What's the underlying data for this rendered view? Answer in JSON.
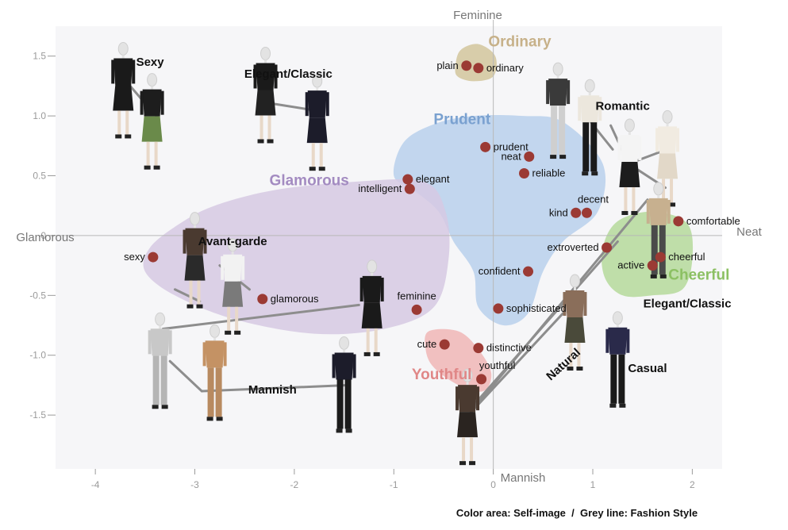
{
  "chart_data": {
    "type": "scatter",
    "xlim": [
      -4.4,
      2.3
    ],
    "ylim": [
      -1.95,
      1.75
    ],
    "xticks": [
      {
        "value": -4,
        "label": "-4"
      },
      {
        "value": -3,
        "label": "-3"
      },
      {
        "value": -2,
        "label": "-2"
      },
      {
        "value": -1,
        "label": "-1"
      },
      {
        "value": 0,
        "label": "0"
      },
      {
        "value": 1,
        "label": "1"
      },
      {
        "value": 2,
        "label": "2"
      }
    ],
    "yticks": [
      {
        "value": 1.5,
        "label": "1.5"
      },
      {
        "value": 1.0,
        "label": "1.0"
      },
      {
        "value": 0.5,
        "label": "0.5"
      },
      {
        "value": 0,
        "label": "0"
      },
      {
        "value": -0.5,
        "label": "-0.5"
      },
      {
        "value": -1.0,
        "label": "-1.0"
      },
      {
        "value": -1.5,
        "label": "-1.5"
      }
    ],
    "axis_labels": {
      "top": "Feminine",
      "bottom": "Mannish",
      "left": "Glamorous",
      "right": "Neat"
    },
    "caption": "Color area: Self-image  /  Grey line: Fashion Style",
    "colors": {
      "point": "#9b3a34",
      "grid_background": "#f6f6f8",
      "tick": "#9a9a9a",
      "style_line": "#8d8d8d"
    },
    "areas": [
      {
        "name": "Ordinary",
        "color": "#d2c59c",
        "label_color": "#c7b189",
        "label_at": [
          -0.05,
          1.58
        ],
        "outline": [
          [
            -0.38,
            1.42
          ],
          [
            -0.33,
            1.55
          ],
          [
            -0.15,
            1.6
          ],
          [
            0.02,
            1.5
          ],
          [
            0.0,
            1.33
          ],
          [
            -0.2,
            1.29
          ],
          [
            -0.36,
            1.33
          ]
        ]
      },
      {
        "name": "Prudent",
        "color": "#b8d0ec",
        "label_color": "#7aa1d0",
        "label_at": [
          -0.6,
          0.93
        ],
        "outline": [
          [
            -1.0,
            0.5
          ],
          [
            -0.9,
            0.78
          ],
          [
            -0.6,
            0.93
          ],
          [
            -0.2,
            1.0
          ],
          [
            0.3,
            1.0
          ],
          [
            0.7,
            0.95
          ],
          [
            1.1,
            0.6
          ],
          [
            1.05,
            0.2
          ],
          [
            0.7,
            -0.05
          ],
          [
            0.5,
            -0.3
          ],
          [
            0.35,
            -0.65
          ],
          [
            0.1,
            -0.75
          ],
          [
            -0.15,
            -0.6
          ],
          [
            -0.2,
            -0.3
          ],
          [
            -0.4,
            -0.05
          ],
          [
            -0.55,
            0.2
          ],
          [
            -0.8,
            0.38
          ]
        ]
      },
      {
        "name": "Glamorous",
        "color": "#d6c9e3",
        "label_color": "#a38bc1",
        "label_at": [
          -2.25,
          0.42
        ],
        "outline": [
          [
            -3.45,
            -0.1
          ],
          [
            -3.15,
            0.1
          ],
          [
            -2.8,
            0.25
          ],
          [
            -2.2,
            0.38
          ],
          [
            -1.4,
            0.45
          ],
          [
            -0.7,
            0.45
          ],
          [
            -0.48,
            0.2
          ],
          [
            -0.45,
            -0.2
          ],
          [
            -0.6,
            -0.6
          ],
          [
            -1.1,
            -0.78
          ],
          [
            -1.8,
            -0.82
          ],
          [
            -2.6,
            -0.7
          ],
          [
            -3.2,
            -0.5
          ],
          [
            -3.5,
            -0.3
          ]
        ]
      },
      {
        "name": "Youthful",
        "color": "#f0b6b6",
        "label_color": "#e08787",
        "label_at": [
          -0.82,
          -1.2
        ],
        "outline": [
          [
            -0.65,
            -0.8
          ],
          [
            -0.35,
            -0.8
          ],
          [
            -0.15,
            -0.95
          ],
          [
            -0.02,
            -1.15
          ],
          [
            -0.1,
            -1.3
          ],
          [
            -0.35,
            -1.25
          ],
          [
            -0.6,
            -1.1
          ],
          [
            -0.68,
            -0.95
          ]
        ]
      },
      {
        "name": "Cheerful",
        "color": "#b5d99b",
        "label_color": "#8cc063",
        "label_at": [
          1.76,
          -0.37
        ],
        "outline": [
          [
            1.1,
            -0.1
          ],
          [
            1.25,
            0.12
          ],
          [
            1.6,
            0.2
          ],
          [
            1.95,
            0.1
          ],
          [
            2.0,
            -0.2
          ],
          [
            1.9,
            -0.45
          ],
          [
            1.6,
            -0.5
          ],
          [
            1.3,
            -0.5
          ],
          [
            1.12,
            -0.35
          ]
        ]
      }
    ],
    "points": [
      {
        "label": "plain",
        "x": -0.27,
        "y": 1.42
      },
      {
        "label": "ordinary",
        "x": -0.15,
        "y": 1.4
      },
      {
        "label": "prudent",
        "x": -0.08,
        "y": 0.74
      },
      {
        "label": "neat",
        "x": 0.36,
        "y": 0.66
      },
      {
        "label": "reliable",
        "x": 0.31,
        "y": 0.52
      },
      {
        "label": "elegant",
        "x": -0.86,
        "y": 0.47
      },
      {
        "label": "intelligent",
        "x": -0.84,
        "y": 0.39
      },
      {
        "label": "kind",
        "x": 0.83,
        "y": 0.19
      },
      {
        "label": "decent",
        "x": 0.94,
        "y": 0.19
      },
      {
        "label": "comfortable",
        "x": 1.86,
        "y": 0.12
      },
      {
        "label": "extroverted",
        "x": 1.14,
        "y": -0.1
      },
      {
        "label": "cheerful",
        "x": 1.68,
        "y": -0.18
      },
      {
        "label": "active",
        "x": 1.6,
        "y": -0.25
      },
      {
        "label": "confident",
        "x": 0.35,
        "y": -0.3
      },
      {
        "label": "sexy",
        "x": -3.42,
        "y": -0.18
      },
      {
        "label": "glamorous",
        "x": -2.32,
        "y": -0.53
      },
      {
        "label": "feminine",
        "x": -0.77,
        "y": -0.62
      },
      {
        "label": "sophisticated",
        "x": 0.05,
        "y": -0.61
      },
      {
        "label": "cute",
        "x": -0.49,
        "y": -0.91
      },
      {
        "label": "distinctive",
        "x": -0.15,
        "y": -0.94
      },
      {
        "label": "youthful",
        "x": -0.12,
        "y": -1.2
      }
    ],
    "styles": [
      {
        "name": "Sexy",
        "label_at": [
          -3.45,
          1.42
        ]
      },
      {
        "name": "Elegant/Classic",
        "label_at": [
          -2.06,
          1.32
        ]
      },
      {
        "name": "Romantic",
        "label_at": [
          1.3,
          1.05
        ]
      },
      {
        "name": "Avant-garde",
        "label_at": [
          -2.62,
          -0.08
        ]
      },
      {
        "name": "Mannish",
        "label_at": [
          -2.22,
          -1.32
        ]
      },
      {
        "name": "Elegant/Classic",
        "label_at": [
          1.95,
          -0.6
        ]
      },
      {
        "name": "Casual",
        "label_at": [
          1.55,
          -1.14
        ]
      },
      {
        "name": "Natural",
        "label_at": [
          0.73,
          -1.1
        ]
      }
    ],
    "style_lines": [
      [
        [
          -3.65,
          1.25
        ],
        [
          -3.37,
          0.98
        ]
      ],
      [
        [
          -2.2,
          1.1
        ],
        [
          -1.82,
          1.05
        ]
      ],
      [
        [
          0.93,
          1.0
        ],
        [
          1.2,
          0.72
        ]
      ],
      [
        [
          1.18,
          0.92
        ],
        [
          1.36,
          0.6
        ]
      ],
      [
        [
          1.36,
          0.6
        ],
        [
          1.68,
          0.7
        ]
      ],
      [
        [
          1.36,
          0.6
        ],
        [
          1.73,
          0.4
        ]
      ],
      [
        [
          -2.75,
          -0.25
        ],
        [
          -2.45,
          -0.45
        ]
      ],
      [
        [
          -3.2,
          -0.45
        ],
        [
          -2.95,
          -0.55
        ]
      ],
      [
        [
          -3.32,
          -0.78
        ],
        [
          -1.35,
          -0.58
        ]
      ],
      [
        [
          -2.93,
          -1.3
        ],
        [
          -1.45,
          -1.25
        ]
      ],
      [
        [
          -3.25,
          -1.05
        ],
        [
          -2.93,
          -1.3
        ]
      ],
      [
        [
          -0.25,
          -1.5
        ],
        [
          0.7,
          -0.65
        ]
      ],
      [
        [
          -0.2,
          -1.45
        ],
        [
          1.55,
          0.3
        ]
      ],
      [
        [
          -0.18,
          -1.4
        ],
        [
          1.25,
          -0.05
        ]
      ]
    ],
    "figures": [
      {
        "x": -3.72,
        "y": 1.19,
        "top": "#1a1a1a",
        "bottom": "#1a1a1a",
        "dress": true
      },
      {
        "x": -3.43,
        "y": 0.93,
        "top": "#1d1d1d",
        "bottom": "#6a8a4a",
        "dress": true
      },
      {
        "x": -2.29,
        "y": 1.15,
        "top": "#1a1a1a",
        "bottom": "#222222",
        "dress": true
      },
      {
        "x": -1.77,
        "y": 0.92,
        "top": "#1c1c2a",
        "bottom": "#1c1c2a",
        "dress": true
      },
      {
        "x": 0.65,
        "y": 1.02,
        "top": "#3a3a3a",
        "bottom": "#cfcfcf",
        "dress": false
      },
      {
        "x": 0.97,
        "y": 0.88,
        "top": "#ece7dd",
        "bottom": "#1a1a1a",
        "dress": false
      },
      {
        "x": 1.37,
        "y": 0.55,
        "top": "#f4f4f4",
        "bottom": "#1d1d1d",
        "dress": true
      },
      {
        "x": 1.75,
        "y": 0.62,
        "top": "#f1ebe1",
        "bottom": "#e2d8c8",
        "dress": true
      },
      {
        "x": 1.66,
        "y": 0.02,
        "top": "#c7b08f",
        "bottom": "#4a4a4a",
        "dress": false
      },
      {
        "x": -3.0,
        "y": -0.23,
        "top": "#4a3a30",
        "bottom": "#2a2a2a",
        "dress": true
      },
      {
        "x": -2.62,
        "y": -0.45,
        "top": "#f2f2f2",
        "bottom": "#7a7a7a",
        "dress": true
      },
      {
        "x": -1.22,
        "y": -0.63,
        "top": "#1a1a1a",
        "bottom": "#1a1a1a",
        "dress": true
      },
      {
        "x": -3.35,
        "y": -1.07,
        "top": "#c8c8c8",
        "bottom": "#b5b5b5",
        "dress": false
      },
      {
        "x": -2.8,
        "y": -1.17,
        "top": "#c49264",
        "bottom": "#b88a60",
        "dress": false
      },
      {
        "x": -1.5,
        "y": -1.27,
        "top": "#1c1c2a",
        "bottom": "#1a1a1a",
        "dress": false
      },
      {
        "x": 0.82,
        "y": -0.75,
        "top": "#8a6e5a",
        "bottom": "#4a4a3a",
        "dress": true
      },
      {
        "x": 1.25,
        "y": -1.06,
        "top": "#2a2a4a",
        "bottom": "#1a1a1a",
        "dress": false
      },
      {
        "x": -0.26,
        "y": -1.54,
        "top": "#4a3a30",
        "bottom": "#2a2420",
        "dress": true
      }
    ]
  }
}
